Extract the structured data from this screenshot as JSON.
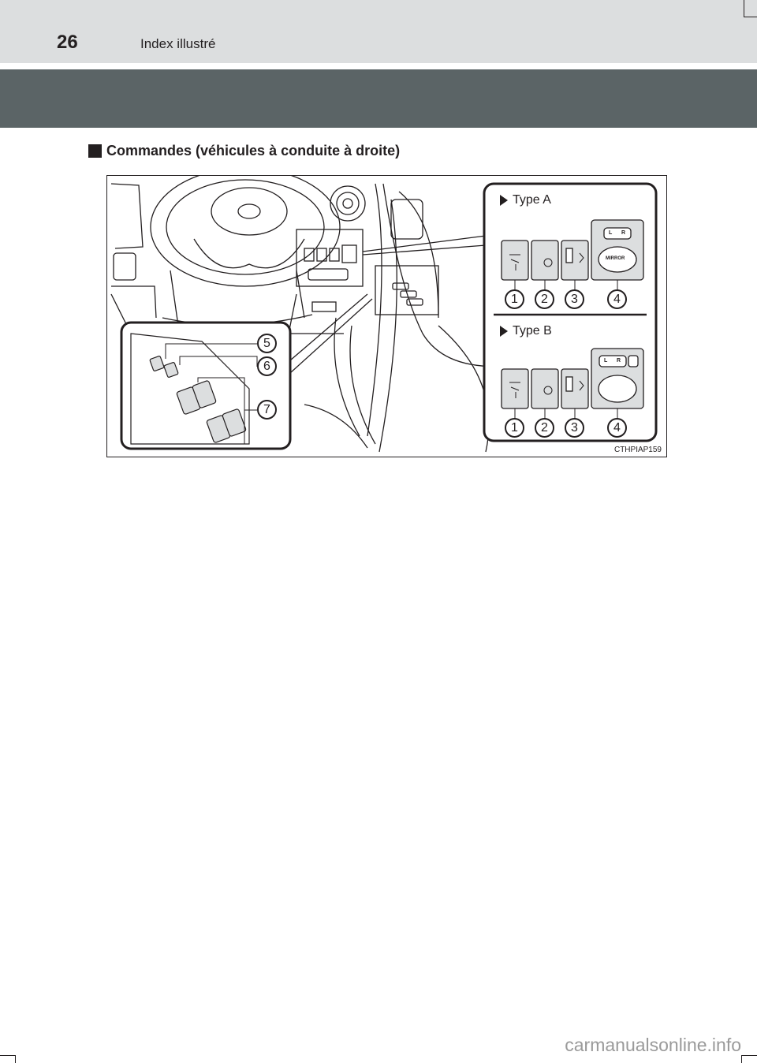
{
  "header": {
    "page_number": "26",
    "section_title": "Index illustré"
  },
  "content": {
    "sub_heading": "Commandes (véhicules à conduite à droite)",
    "figure": {
      "type_a_label": "Type A",
      "type_b_label": "Type B",
      "mirror_label": "MIRROR",
      "mirror_l": "L",
      "mirror_r": "R",
      "callouts_switches": [
        "1",
        "2",
        "3",
        "4"
      ],
      "callouts_door": [
        "5",
        "6",
        "7"
      ],
      "figure_code": "CTHPIAP159"
    }
  },
  "footer": {
    "watermark": "carmanualsonline.info"
  }
}
